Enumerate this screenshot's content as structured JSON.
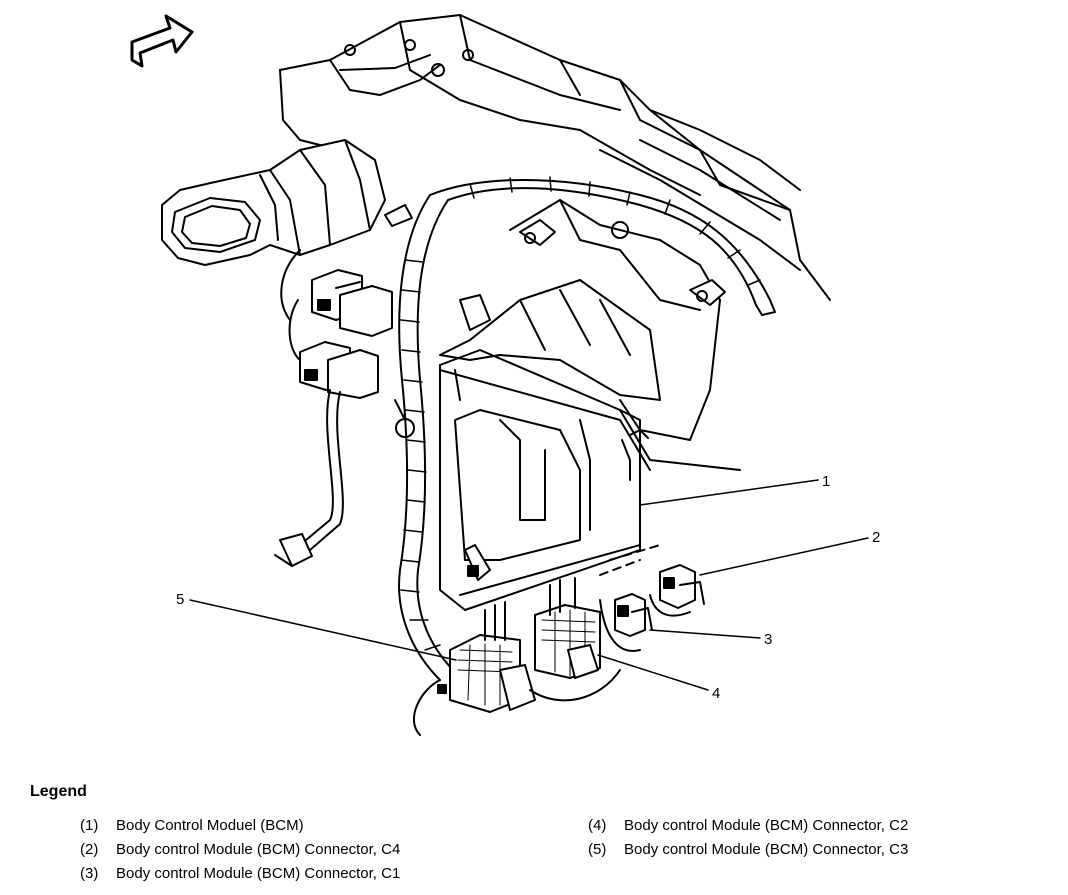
{
  "callouts": [
    {
      "id": "1",
      "label": "1"
    },
    {
      "id": "2",
      "label": "2"
    },
    {
      "id": "3",
      "label": "3"
    },
    {
      "id": "4",
      "label": "4"
    },
    {
      "id": "5",
      "label": "5"
    }
  ],
  "legend": {
    "title": "Legend",
    "items": [
      {
        "num": "(1)",
        "text": "Body Control Moduel (BCM)"
      },
      {
        "num": "(2)",
        "text": "Body control Module (BCM) Connector, C4"
      },
      {
        "num": "(3)",
        "text": "Body control Module (BCM) Connector, C1"
      },
      {
        "num": "(4)",
        "text": "Body control Module (BCM) Connector, C2"
      },
      {
        "num": "(5)",
        "text": "Body control Module (BCM) Connector, C3"
      }
    ]
  }
}
